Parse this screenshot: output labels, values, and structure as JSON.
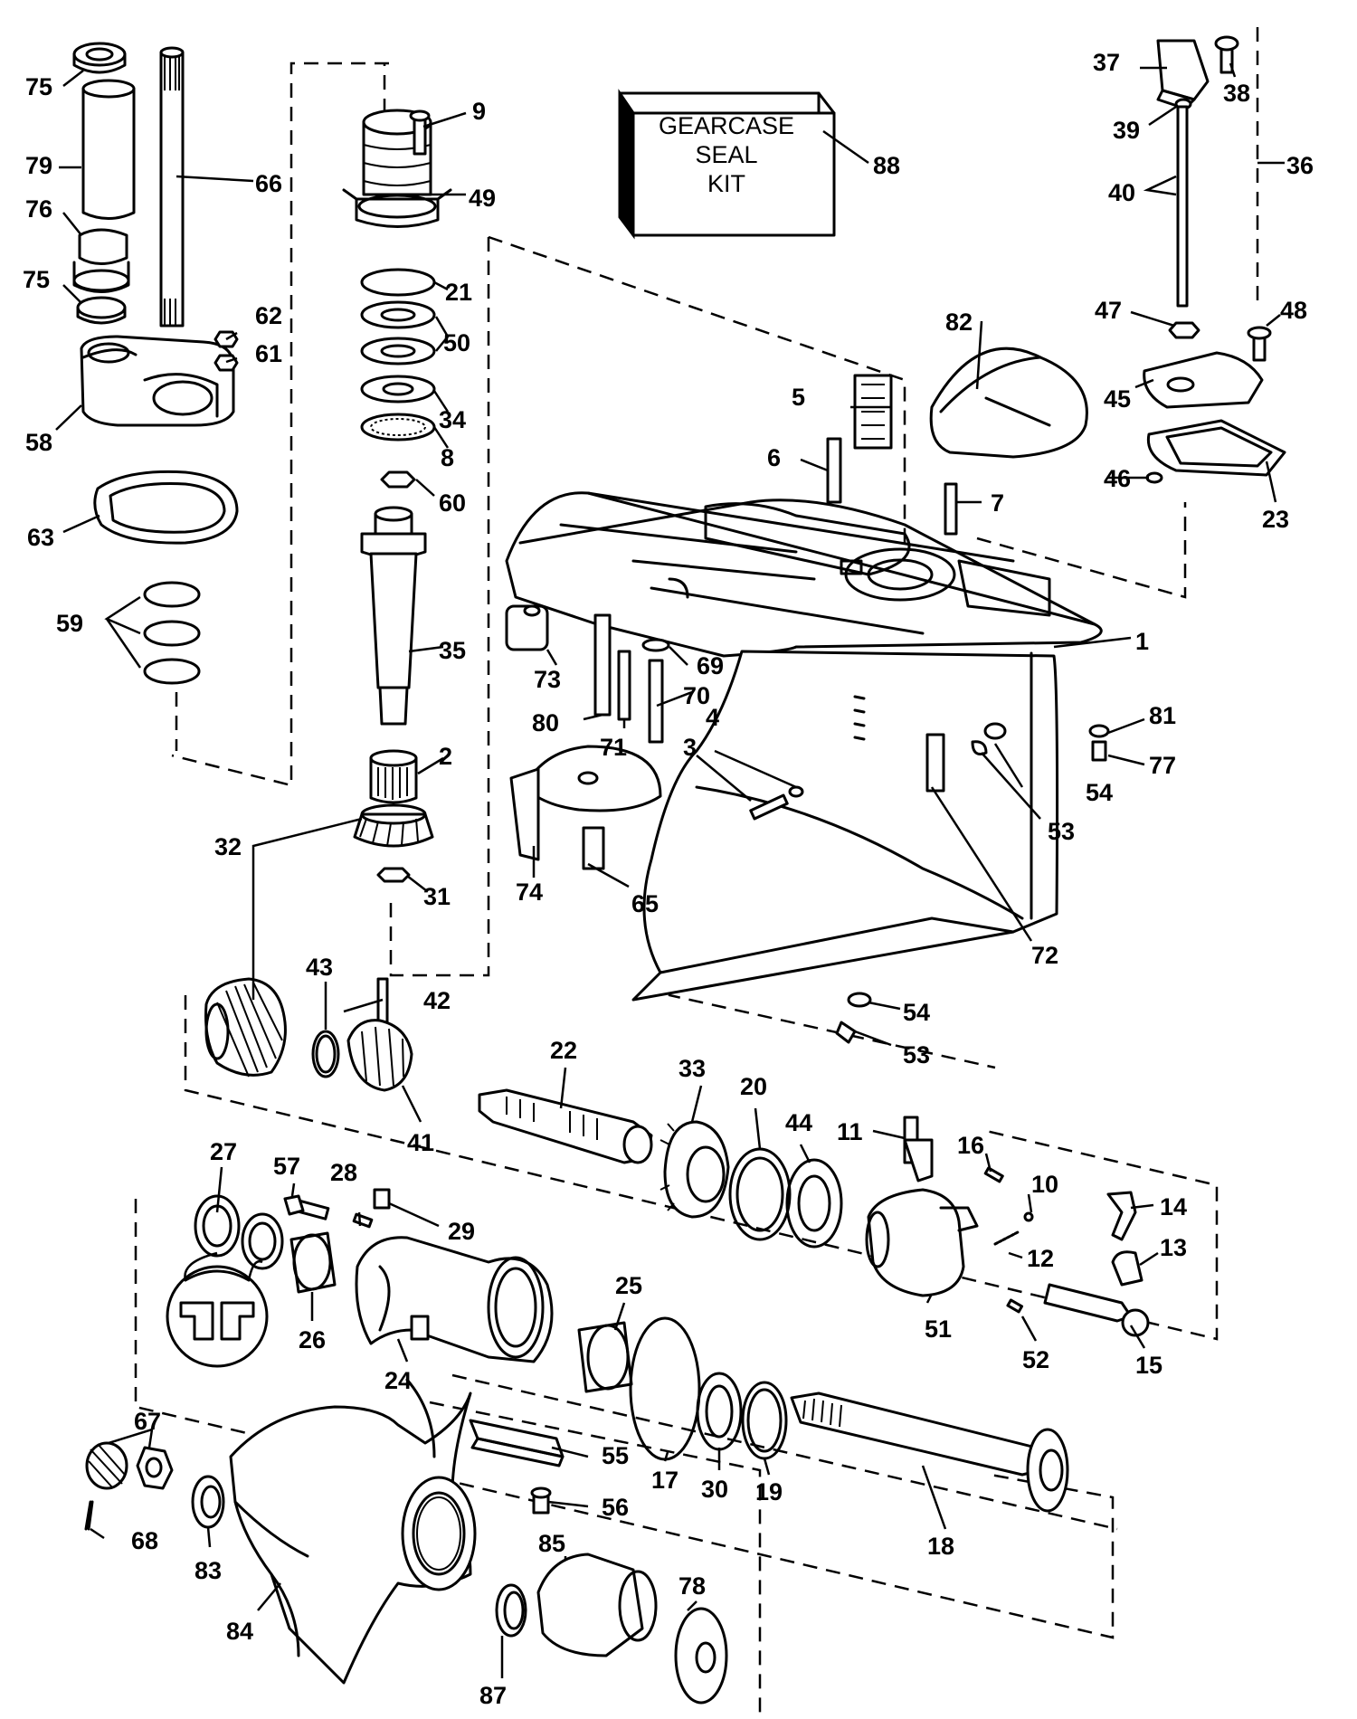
{
  "kit_box": {
    "line1": "GEARCASE",
    "line2": "SEAL",
    "line3": "KIT",
    "part_number": "88"
  },
  "callouts": [
    "1",
    "2",
    "3",
    "4",
    "5",
    "6",
    "7",
    "8",
    "9",
    "10",
    "11",
    "12",
    "13",
    "14",
    "15",
    "16",
    "17",
    "18",
    "19",
    "20",
    "21",
    "22",
    "23",
    "24",
    "25",
    "26",
    "27",
    "28",
    "29",
    "30",
    "31",
    "32",
    "33",
    "34",
    "35",
    "36",
    "37",
    "38",
    "39",
    "40",
    "41",
    "42",
    "43",
    "44",
    "45",
    "46",
    "47",
    "48",
    "49",
    "50",
    "51",
    "52",
    "53",
    "53",
    "54",
    "54",
    "55",
    "56",
    "57",
    "58",
    "59",
    "60",
    "61",
    "62",
    "63",
    "65",
    "66",
    "67",
    "68",
    "69",
    "70",
    "71",
    "72",
    "73",
    "74",
    "75",
    "75",
    "76",
    "77",
    "78",
    "79",
    "80",
    "81",
    "82",
    "83",
    "84",
    "85",
    "87"
  ]
}
